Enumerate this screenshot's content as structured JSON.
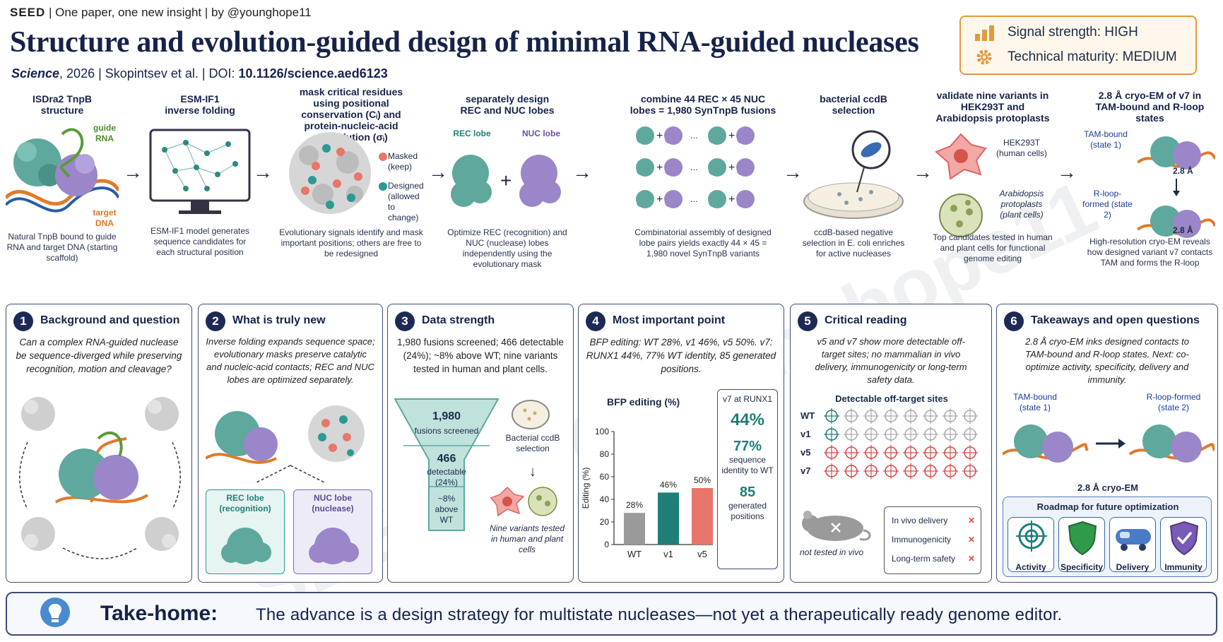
{
  "header": {
    "brand": "SEED",
    "tagline": "| One paper, one new insight | by @younghope11",
    "title": "Structure and evolution-guided design of minimal RNA-guided nucleases",
    "journal": "Science",
    "year_authors": ", 2026 | Skopintsev et al. | DOI:",
    "doi": "10.1126/science.aed6123"
  },
  "signal_box": {
    "signal": "Signal strength: HIGH",
    "maturity": "Technical maturity: MEDIUM"
  },
  "pipeline": [
    {
      "head": "ISDra2 TnpB\nstructure",
      "foot": "Natural TnpB bound to guide RNA and target DNA (starting scaffold)",
      "label_a": "guide RNA",
      "label_b": "target DNA"
    },
    {
      "head": "ESM-IF1\ninverse folding",
      "foot": "ESM-IF1 model generates sequence candidates for each structural position"
    },
    {
      "head": "mask critical residues using positional conservation (Cᵢ) and protein-nucleic-acid coevolution (σᵢ)",
      "foot": "Evolutionary signals identify and mask important positions; others are free to be redesigned",
      "label_a": "Masked (keep)",
      "label_b": "Designed (allowed to change)"
    },
    {
      "head": "separately design\nREC and NUC lobes",
      "foot": "Optimize REC (recognition) and NUC (nuclease) lobes independently using the evolutionary mask",
      "label_a": "REC lobe",
      "label_b": "NUC lobe"
    },
    {
      "head": "combine 44 REC × 45 NUC lobes = 1,980 SynTnpB fusions",
      "foot": "Combinatorial assembly of designed lobe pairs yields exactly 44 × 45 = 1,980 novel SynTnpB variants"
    },
    {
      "head": "bacterial ccdB\nselection",
      "foot": "ccdB-based negative selection in E. coli enriches for active nucleases"
    },
    {
      "head": "validate nine variants in HEK293T and Arabidopsis protoplasts",
      "foot": "Top candidates tested in human and plant cells for functional genome editing",
      "label_a": "HEK293T (human cells)",
      "label_b": "Arabidopsis protoplasts (plant cells)"
    },
    {
      "head": "2.8 Å cryo-EM of v7 in TAM-bound and R-loop states",
      "foot": "High-resolution cryo-EM reveals how designed variant v7 contacts TAM and forms the R-loop",
      "label_a": "TAM-bound (state 1)",
      "label_b": "R-loop-formed (state 2)",
      "res": "2.8 Å"
    }
  ],
  "panels": {
    "p1": {
      "num": "1",
      "title": "Background and question",
      "text": "Can a complex RNA-guided nuclease be sequence-diverged while preserving recognition, motion and cleavage?"
    },
    "p2": {
      "num": "2",
      "title": "What is truly new",
      "text": "Inverse folding expands sequence space; evolutionary masks preserve catalytic and nucleic-acid contacts; REC and NUC lobes are optimized separately.",
      "rec": "REC lobe (recognition)",
      "nuc": "NUC lobe (nuclease)"
    },
    "p3": {
      "num": "3",
      "title": "Data strength",
      "text": "1,980 fusions screened; 466 detectable (24%); ~8% above WT; nine variants tested in human and plant cells.",
      "f1_num": "1,980",
      "f1_lab": "fusions screened",
      "f2_num": "466",
      "f2_lab": "detectable (24%)",
      "f3": "~8% above WT",
      "sel": "Bacterial ccdB selection",
      "nine": "Nine variants tested in human and plant cells"
    },
    "p4": {
      "num": "4",
      "title": "Most important point",
      "text": "BFP editing: WT 28%, v1 46%, v5 50%. v7: RUNX1 44%, 77% WT identity, 85 generated positions.",
      "v7_head": "v7 at RUNX1",
      "v7_a": "44%",
      "v7_b": "77%",
      "v7_b_lab": "sequence identity to WT",
      "v7_c": "85",
      "v7_c_lab": "generated positions"
    },
    "p5": {
      "num": "5",
      "title": "Critical reading",
      "text": "v5 and v7 show more detectable off-target sites; no mammalian in vivo delivery, immunogenicity or long-term safety data.",
      "grid_title": "Detectable off-target sites",
      "rows": [
        "WT",
        "v1",
        "v5",
        "v7"
      ],
      "mouse": "not tested in vivo",
      "checks": [
        "In vivo delivery",
        "Immunogenicity",
        "Long-term safety"
      ]
    },
    "p6": {
      "num": "6",
      "title": "Takeaways and open questions",
      "text": "2.8 Å cryo-EM inks designed contacts to TAM-bound and R-loop states. Next: co-optimize activity, specificity, delivery and immunity.",
      "s1": "TAM-bound (state 1)",
      "s2": "R-loop-formed (state 2)",
      "res": "2.8 Å cryo-EM",
      "roadmap": "Roadmap for future optimization",
      "cards": [
        "Activity",
        "Specificity",
        "Delivery",
        "Immunity"
      ]
    }
  },
  "chart_data": {
    "type": "bar",
    "title": "BFP editing (%)",
    "ylabel": "Editing (%)",
    "categories": [
      "WT",
      "v1",
      "v5"
    ],
    "values": [
      28,
      46,
      50
    ],
    "ylim": [
      0,
      100
    ],
    "yticks": [
      0,
      20,
      40,
      60,
      80,
      100
    ],
    "colors": [
      "#9a9a9a",
      "#1f7f78",
      "#e8766a"
    ]
  },
  "takehome": {
    "label": "Take-home:",
    "text": "The advance is a design strategy for multistate nucleases—not yet a therapeutically ready genome editor."
  },
  "watermark": "SEED by @younghope11"
}
